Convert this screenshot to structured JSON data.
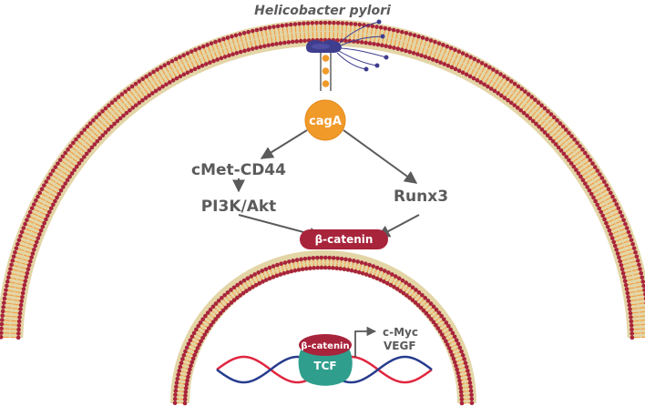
{
  "title": "Helicobacter pylori",
  "nodes": {
    "caga": "cagA",
    "cmet_cd44": "cMet-CD44",
    "pi3k_akt": "PI3K/Akt",
    "runx3": "Runx3",
    "beta_catenin": "β-catenin",
    "nuclear_beta_catenin": "β-catenin",
    "tcf": "TCF"
  },
  "targets": [
    "c-Myc",
    "VEGF"
  ],
  "colors": {
    "membrane_tan": "#e3d5a6",
    "lipid_head": "#a8243b",
    "lipid_tail": "#f39b3e",
    "caga": "#f09a2a",
    "beta_catenin": "#a8243b",
    "tcf": "#2f9e8d",
    "bacterium": "#3f3d8e",
    "dna_red": "#e0263f",
    "dna_blue": "#273c8d",
    "text": "#5b5b5b"
  }
}
